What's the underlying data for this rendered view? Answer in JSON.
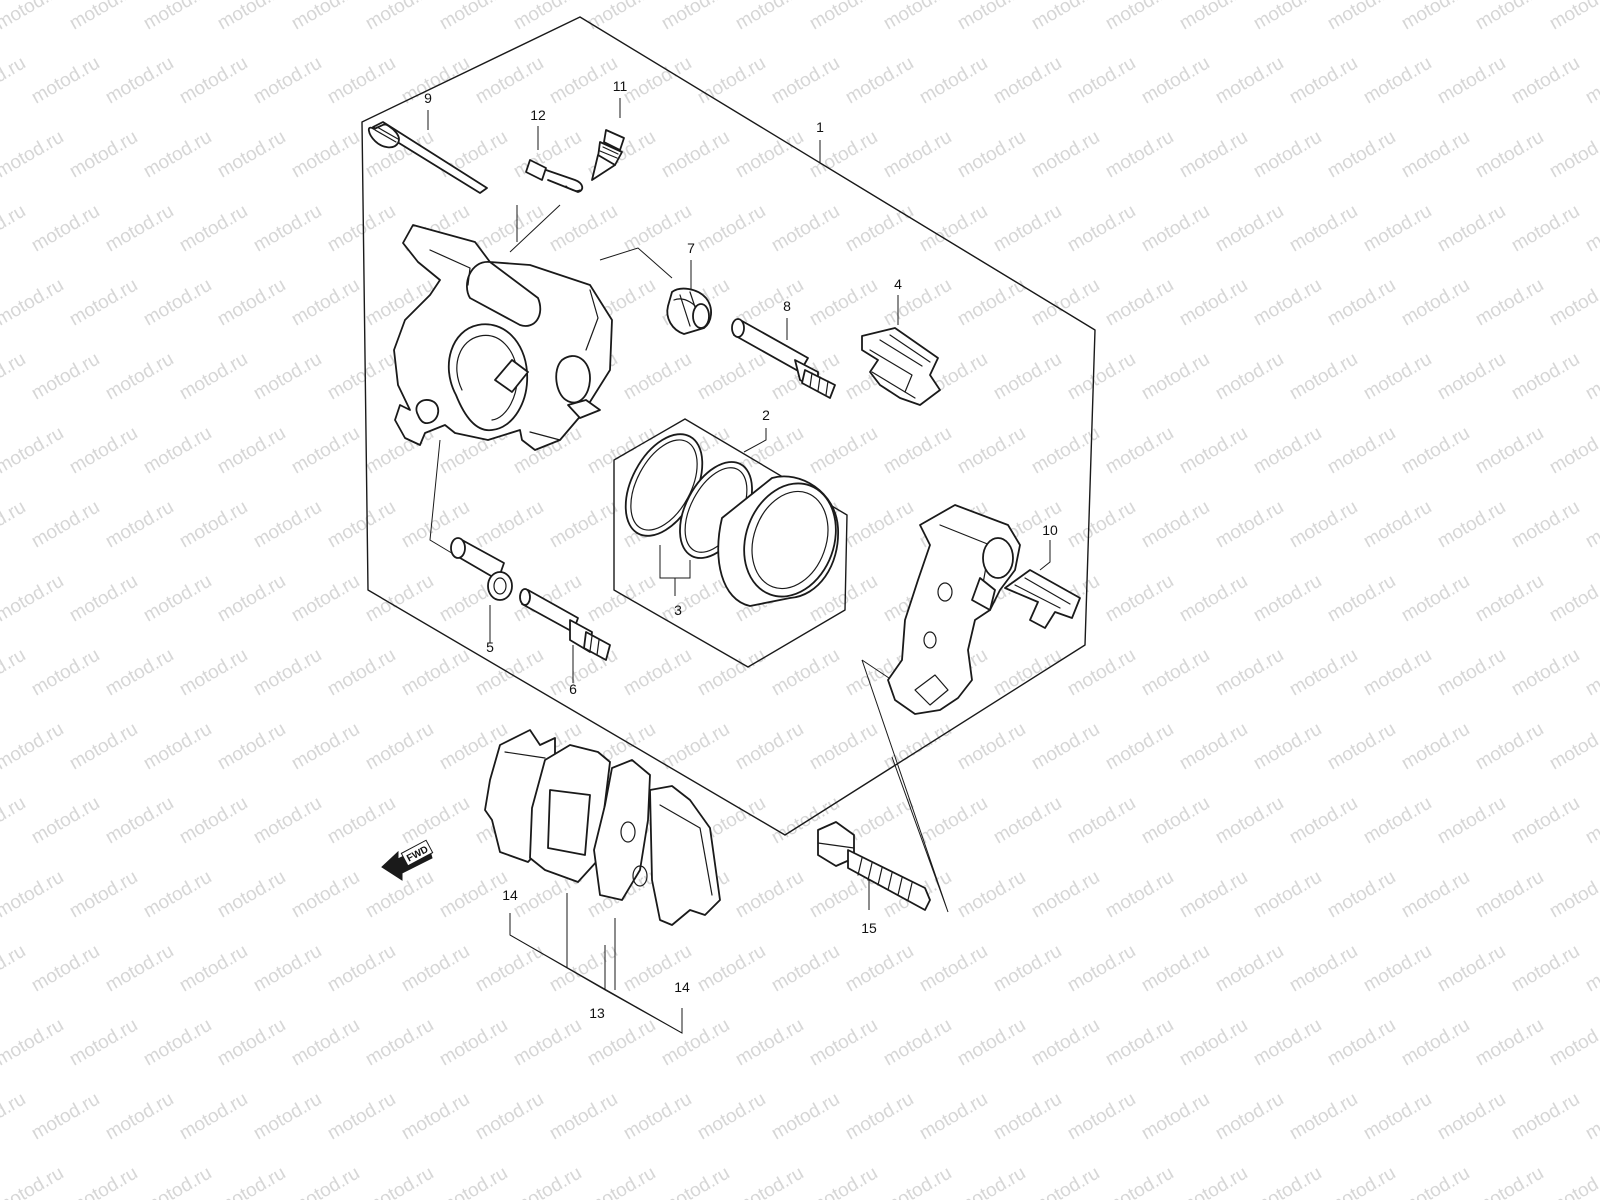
{
  "watermark": {
    "text": "motod.ru"
  },
  "callouts": [
    {
      "id": "1",
      "label": "1"
    },
    {
      "id": "2",
      "label": "2"
    },
    {
      "id": "3",
      "label": "3"
    },
    {
      "id": "4",
      "label": "4"
    },
    {
      "id": "5",
      "label": "5"
    },
    {
      "id": "6",
      "label": "6"
    },
    {
      "id": "7",
      "label": "7"
    },
    {
      "id": "8",
      "label": "8"
    },
    {
      "id": "9",
      "label": "9"
    },
    {
      "id": "10",
      "label": "10"
    },
    {
      "id": "11",
      "label": "11"
    },
    {
      "id": "12",
      "label": "12"
    },
    {
      "id": "13",
      "label": "13"
    },
    {
      "id": "14a",
      "label": "14"
    },
    {
      "id": "14b",
      "label": "14"
    },
    {
      "id": "15",
      "label": "15"
    }
  ],
  "direction_marker": {
    "text": "FWD",
    "icon": "arrow-left-icon"
  }
}
